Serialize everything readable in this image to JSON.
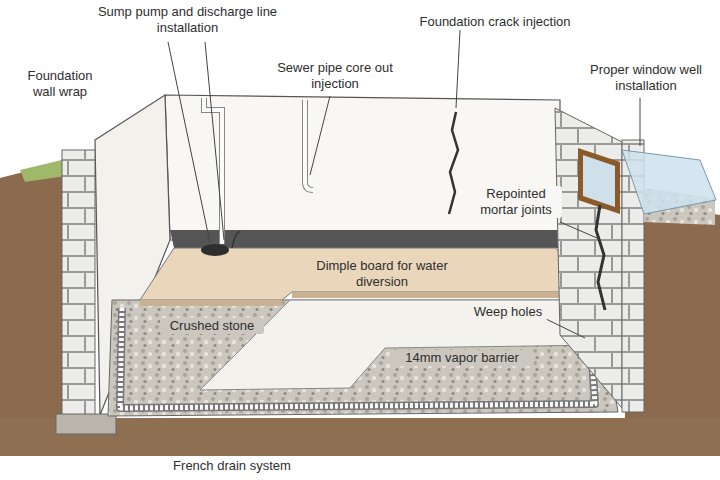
{
  "diagram": {
    "labels": [
      "Sump pump and discharge line installation",
      "Foundation crack injection",
      "Foundation wall wrap",
      "Sewer pipe core out injection",
      "Proper window well installation",
      "Repointed mortar joints",
      "Dimple board for water diversion",
      "Weep holes",
      "Crushed stone",
      "14mm vapor barrier",
      "French drain system"
    ]
  }
}
